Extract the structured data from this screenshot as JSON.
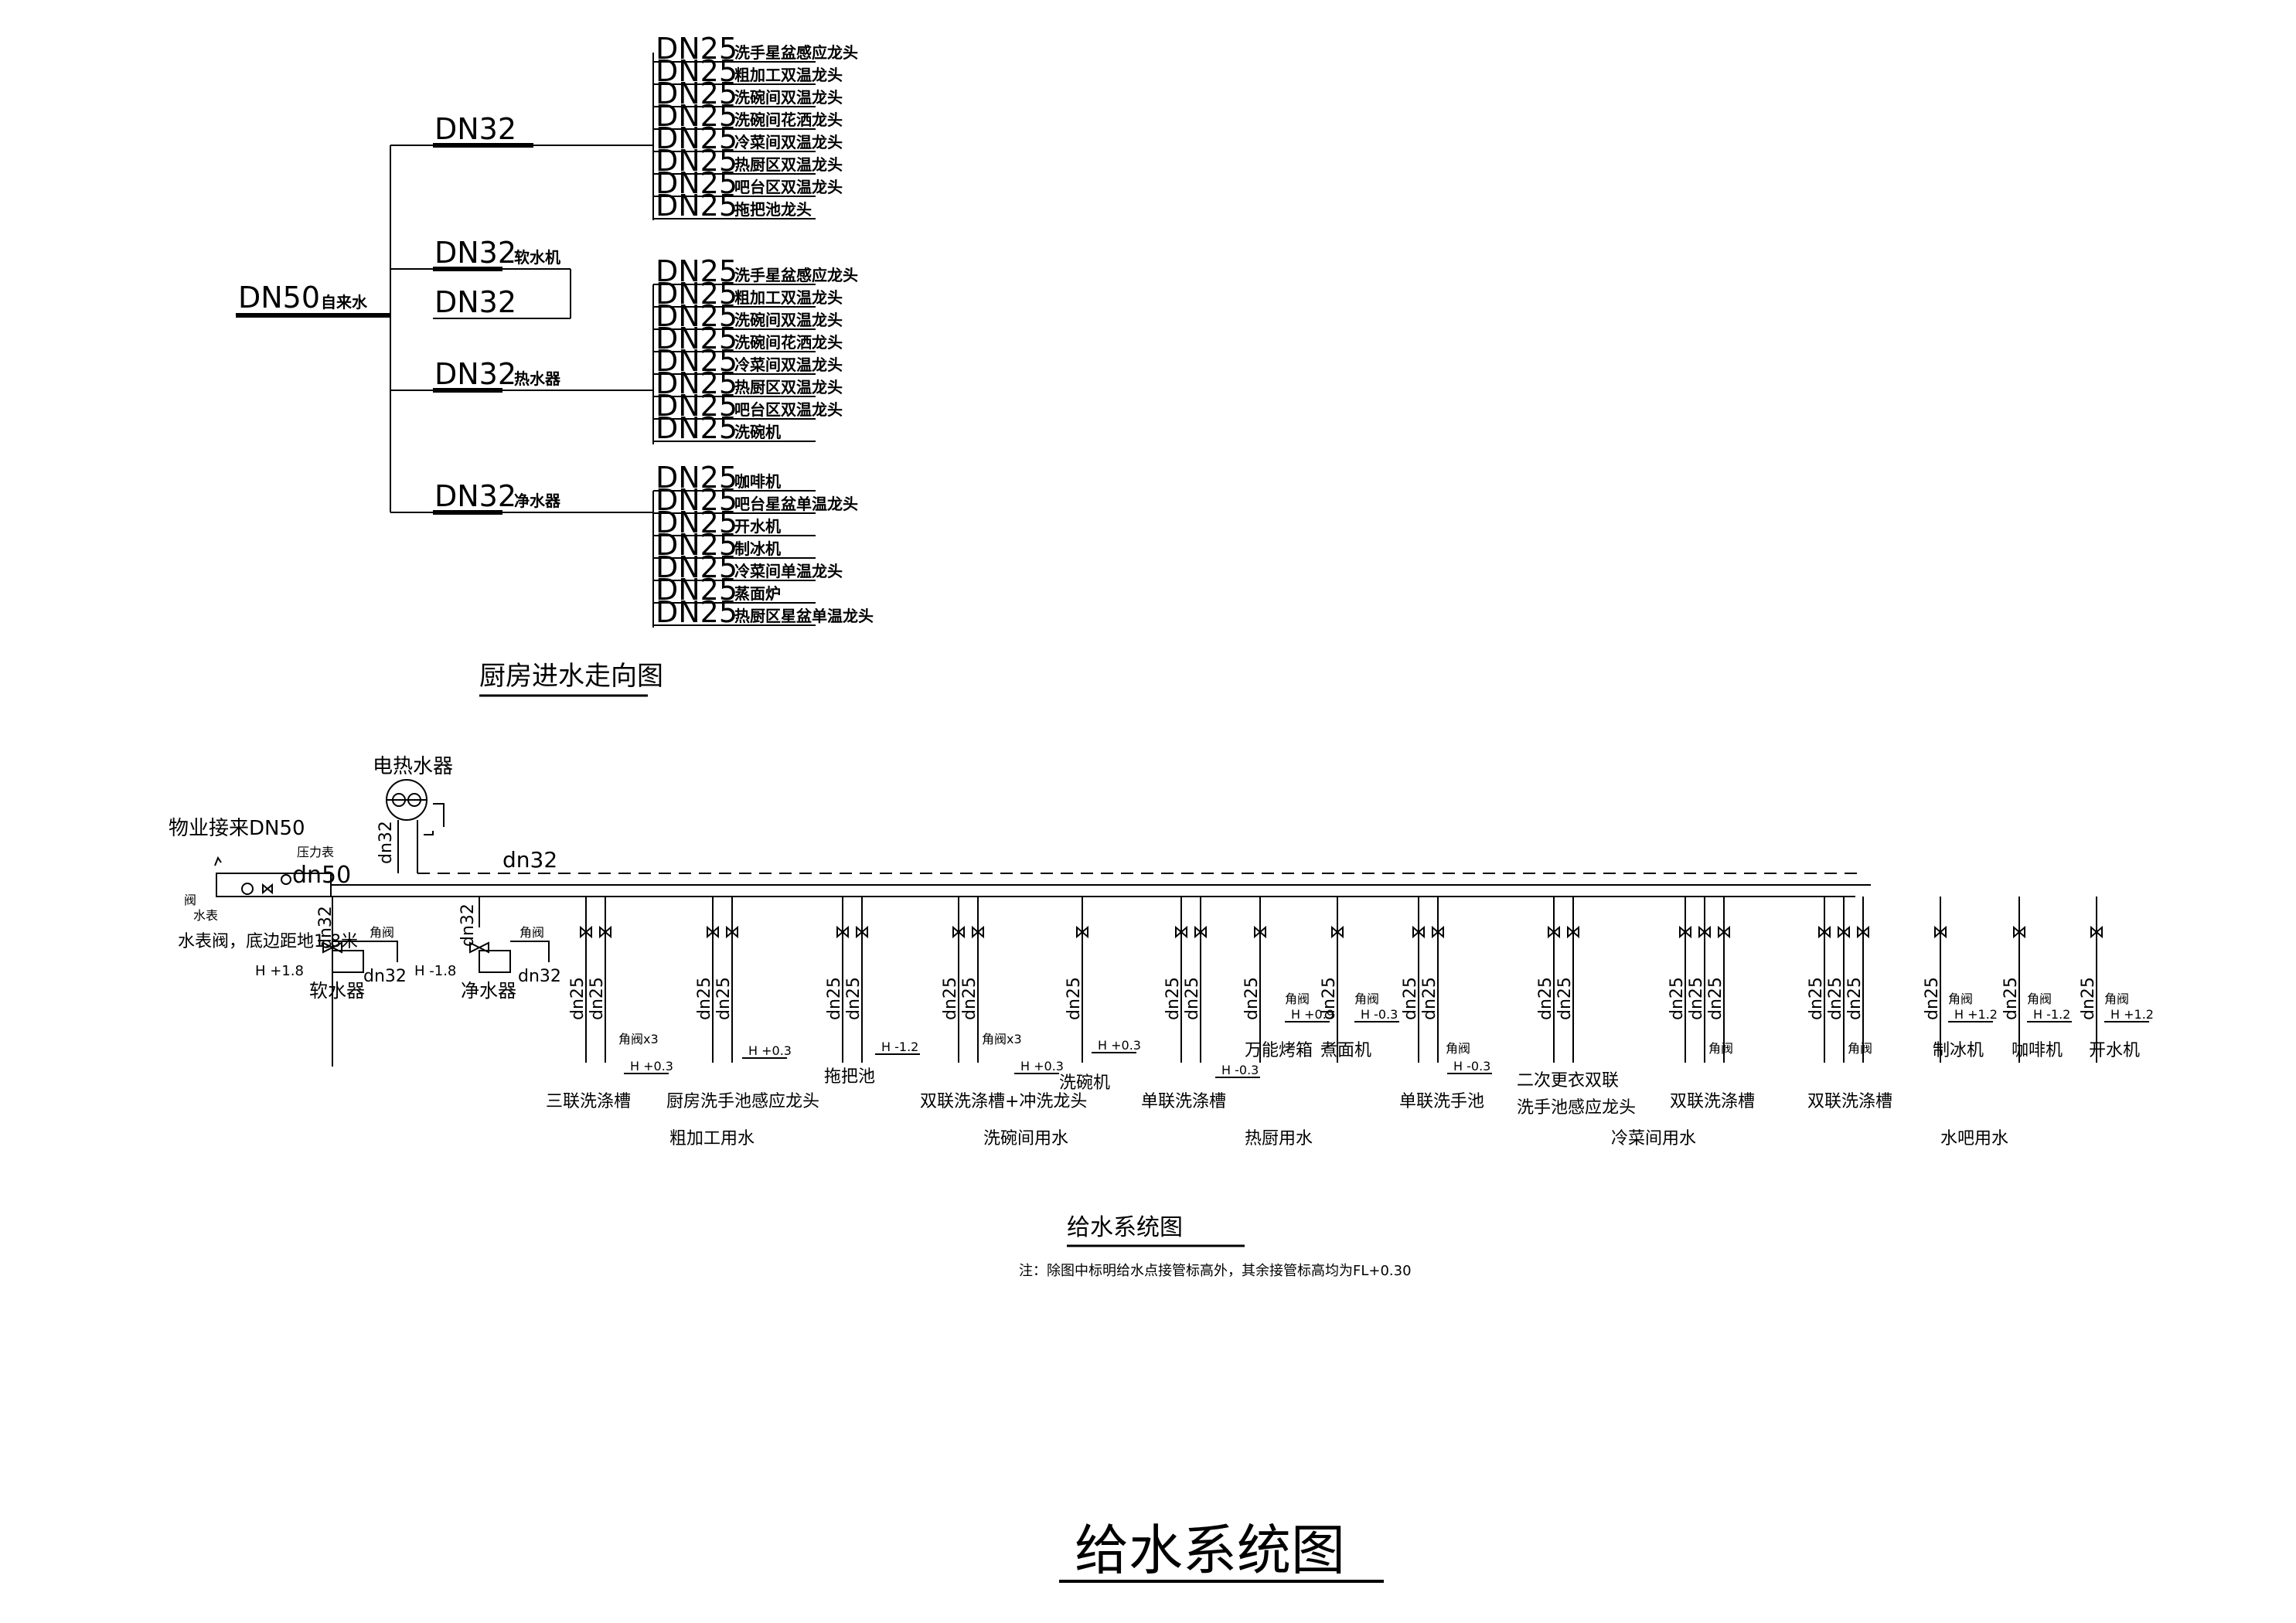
{
  "upper": {
    "main_dn": "DN50",
    "main_label": "自来水",
    "branches": [
      {
        "dn": "DN32",
        "label": ""
      },
      {
        "dn": "DN32",
        "label": "软水机"
      },
      {
        "dn": "DN32",
        "label": ""
      },
      {
        "dn": "DN32",
        "label": "热水器"
      },
      {
        "dn": "DN32",
        "label": "净水器"
      }
    ],
    "group1": [
      {
        "dn": "DN25",
        "label": "洗手星盆感应龙头"
      },
      {
        "dn": "DN25",
        "label": "粗加工双温龙头"
      },
      {
        "dn": "DN25",
        "label": "洗碗间双温龙头"
      },
      {
        "dn": "DN25",
        "label": "洗碗间花洒龙头"
      },
      {
        "dn": "DN25",
        "label": "冷菜间双温龙头"
      },
      {
        "dn": "DN25",
        "label": "热厨区双温龙头"
      },
      {
        "dn": "DN25",
        "label": "吧台区双温龙头"
      },
      {
        "dn": "DN25",
        "label": "拖把池龙头"
      }
    ],
    "group2": [
      {
        "dn": "DN25",
        "label": "洗手星盆感应龙头"
      },
      {
        "dn": "DN25",
        "label": "粗加工双温龙头"
      },
      {
        "dn": "DN25",
        "label": "洗碗间双温龙头"
      },
      {
        "dn": "DN25",
        "label": "洗碗间花洒龙头"
      },
      {
        "dn": "DN25",
        "label": "冷菜间双温龙头"
      },
      {
        "dn": "DN25",
        "label": "热厨区双温龙头"
      },
      {
        "dn": "DN25",
        "label": "吧台区双温龙头"
      },
      {
        "dn": "DN25",
        "label": "洗碗机"
      }
    ],
    "group3": [
      {
        "dn": "DN25",
        "label": "咖啡机"
      },
      {
        "dn": "DN25",
        "label": "吧台星盆单温龙头"
      },
      {
        "dn": "DN25",
        "label": "开水机"
      },
      {
        "dn": "DN25",
        "label": "制冰机"
      },
      {
        "dn": "DN25",
        "label": "冷菜间单温龙头"
      },
      {
        "dn": "DN25",
        "label": "蒸面炉"
      },
      {
        "dn": "DN25",
        "label": "热厨区星盆单温龙头"
      }
    ],
    "caption": "厨房进水走向图"
  },
  "system": {
    "heater_label": "电热水器",
    "supply_label": "物业接来DN50",
    "meter_note": "水表阀，底边距地1.8米",
    "meter_tags": [
      "压力表",
      "阀",
      "水表"
    ],
    "dn32_top": "dn32",
    "dn32_left": "dn32",
    "dn50": "dn50",
    "softener": "软水器",
    "purifier": "净水器",
    "softener_dn": "dn32",
    "purifier_dn": "dn32",
    "softener_h": "H +1.8",
    "purifier_h": "H -1.8",
    "jiaofa": "角阀",
    "dn25": "dn25",
    "fixtures": [
      "三联洗涤槽",
      "厨房洗手池感应龙头",
      "拖把池",
      "双联洗涤槽+冲洗龙头",
      "洗碗机",
      "单联洗涤槽",
      "万能烤箱",
      "煮面机",
      "单联洗手池",
      "二次更衣双联",
      "洗手池感应龙头",
      "双联洗涤槽",
      "双联洗涤槽",
      "制冰机",
      "咖啡机",
      "开水机"
    ],
    "heights": [
      "H +0.3",
      "H +0.3",
      "H -1.2",
      "H +0.3",
      "H +0.3",
      "H -0.3",
      "H +0.9",
      "H -0.3",
      "H -0.3",
      "H +1.2",
      "H -1.2",
      "H +1.2"
    ],
    "jiaofa3": "角阀x3",
    "zones": [
      "粗加工用水",
      "洗碗间用水",
      "热厨用水",
      "冷菜间用水",
      "水吧用水"
    ],
    "caption": "给水系统图",
    "note": "注：除图中标明给水点接管标高外，其余接管标高均为FL+0.30"
  },
  "title": "给水系统图"
}
